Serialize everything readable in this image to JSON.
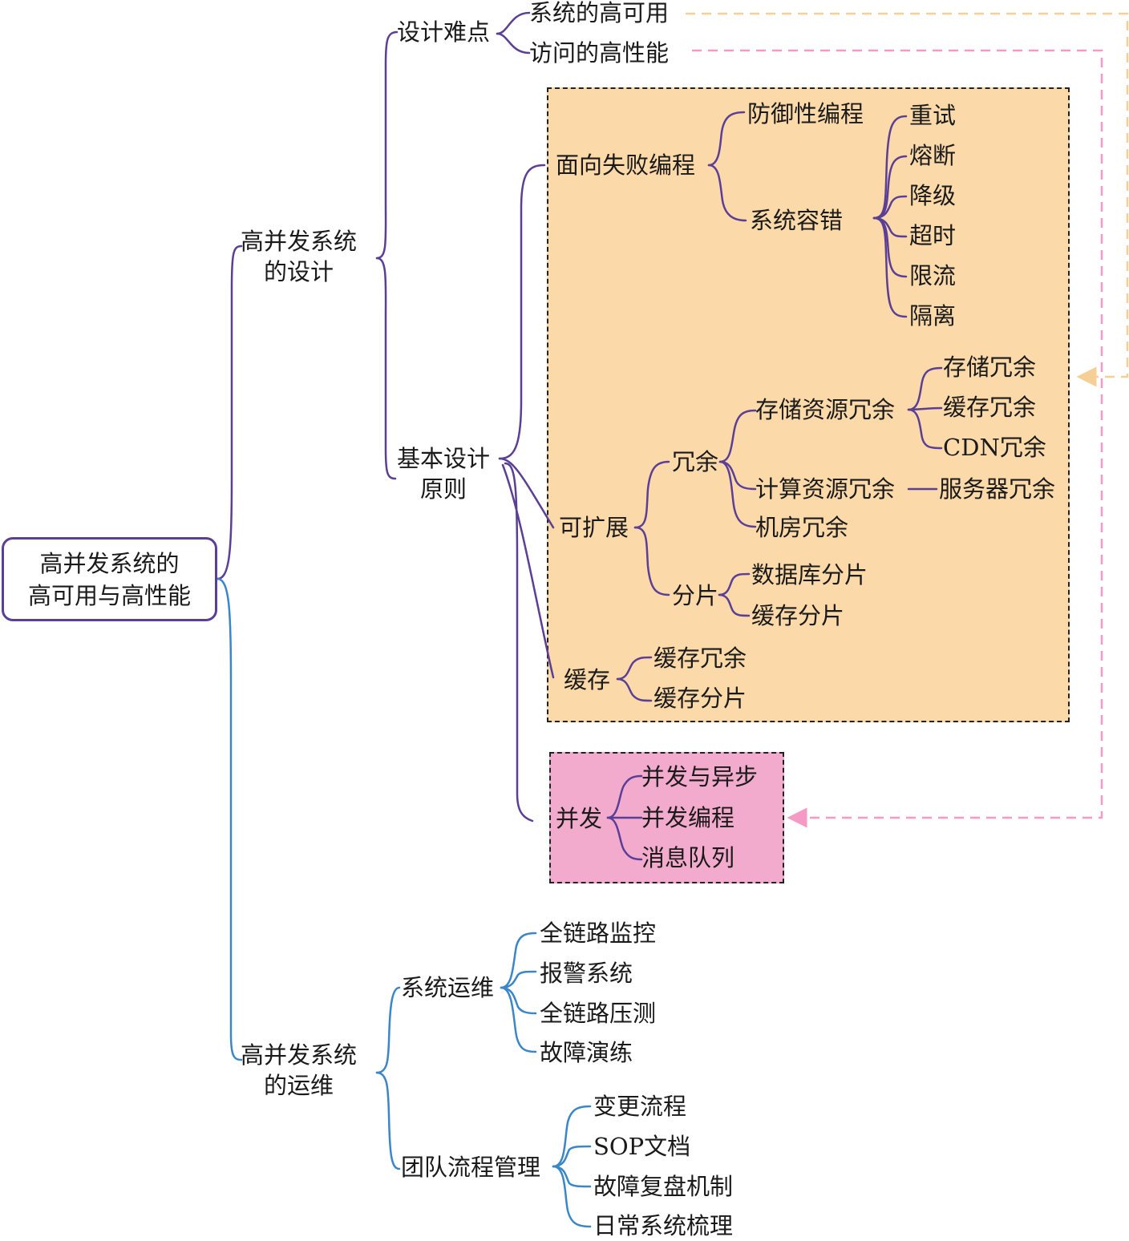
{
  "colors": {
    "design_branch": "#5b3f96",
    "ops_branch": "#3a86c8",
    "orange_fill": "#fcd9a9",
    "pink_fill": "#f3abcd",
    "orange_arrow": "#f6cf97",
    "pink_arrow": "#f49ac4"
  },
  "root": {
    "line1": "高并发系统的",
    "line2": "高可用与高性能"
  },
  "design": {
    "line1": "高并发系统",
    "line2": "的设计",
    "difficulty": {
      "label": "设计难点",
      "availability": "系统的高可用",
      "performance": "访问的高性能"
    },
    "principles": {
      "line1": "基本设计",
      "line2": "原则",
      "failure": {
        "label": "面向失败编程",
        "defensive": "防御性编程",
        "tolerance": {
          "label": "系统容错",
          "items": [
            "重试",
            "熔断",
            "降级",
            "超时",
            "限流",
            "隔离"
          ]
        }
      },
      "scalable": {
        "label": "可扩展",
        "redundancy": {
          "label": "冗余",
          "storage": {
            "label": "存储资源冗余",
            "items": [
              "存储冗余",
              "缓存冗余",
              "CDN冗余"
            ]
          },
          "compute": {
            "label": "计算资源冗余",
            "server": "服务器冗余"
          },
          "room": "机房冗余"
        },
        "sharding": {
          "label": "分片",
          "items": [
            "数据库分片",
            "缓存分片"
          ]
        }
      },
      "cache": {
        "label": "缓存",
        "items": [
          "缓存冗余",
          "缓存分片"
        ]
      },
      "concurrency": {
        "label": "并发",
        "items": [
          "并发与异步",
          "并发编程",
          "消息队列"
        ]
      }
    }
  },
  "ops": {
    "line1": "高并发系统",
    "line2": "的运维",
    "system_ops": {
      "label": "系统运维",
      "items": [
        "全链路监控",
        "报警系统",
        "全链路压测",
        "故障演练"
      ]
    },
    "team": {
      "label": "团队流程管理",
      "items": [
        "变更流程",
        "SOP文档",
        "故障复盘机制",
        "日常系统梳理"
      ]
    }
  }
}
